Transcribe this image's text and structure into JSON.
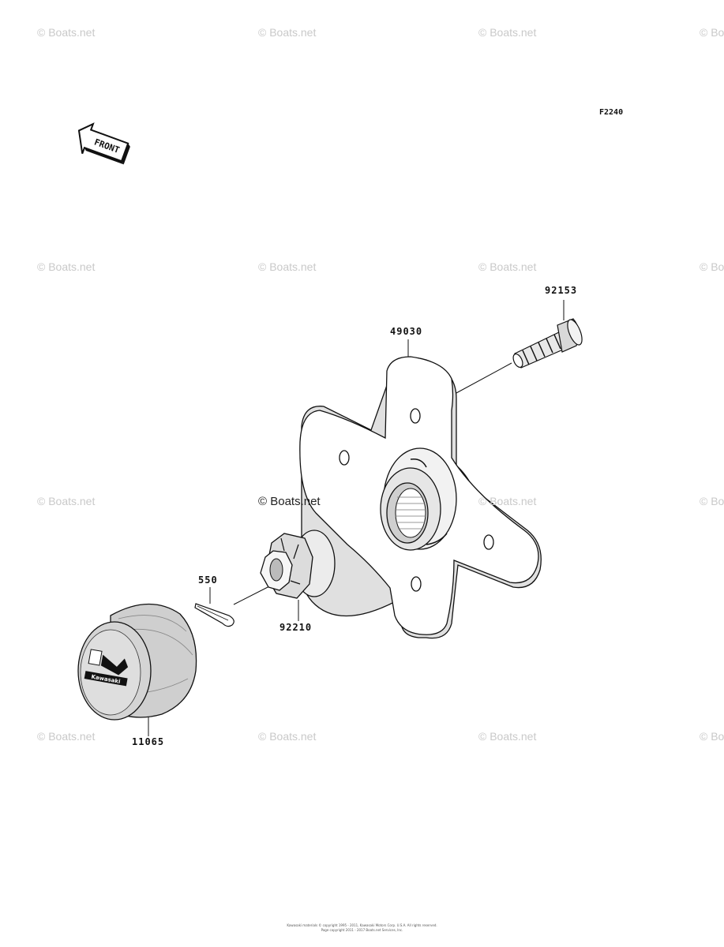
{
  "figure": {
    "code": "F2240"
  },
  "front_arrow": {
    "label": "FRONT"
  },
  "watermark": {
    "text": "© Boats.net",
    "center_text": "© Boats.net"
  },
  "parts": [
    {
      "number": "92153"
    },
    {
      "number": "49030"
    },
    {
      "number": "550"
    },
    {
      "number": "92210"
    },
    {
      "number": "11065"
    }
  ],
  "cap_logo": {
    "text": "Kawasaki"
  },
  "footer": {
    "line1": "Kawasaki materials ©  copyright 1995 - 2011, Kawasaki Motors Corp. U.S.A.  All rights reserved.",
    "line2": "Page copyright 2011 - 2017 Boats.net Services, Inc."
  }
}
